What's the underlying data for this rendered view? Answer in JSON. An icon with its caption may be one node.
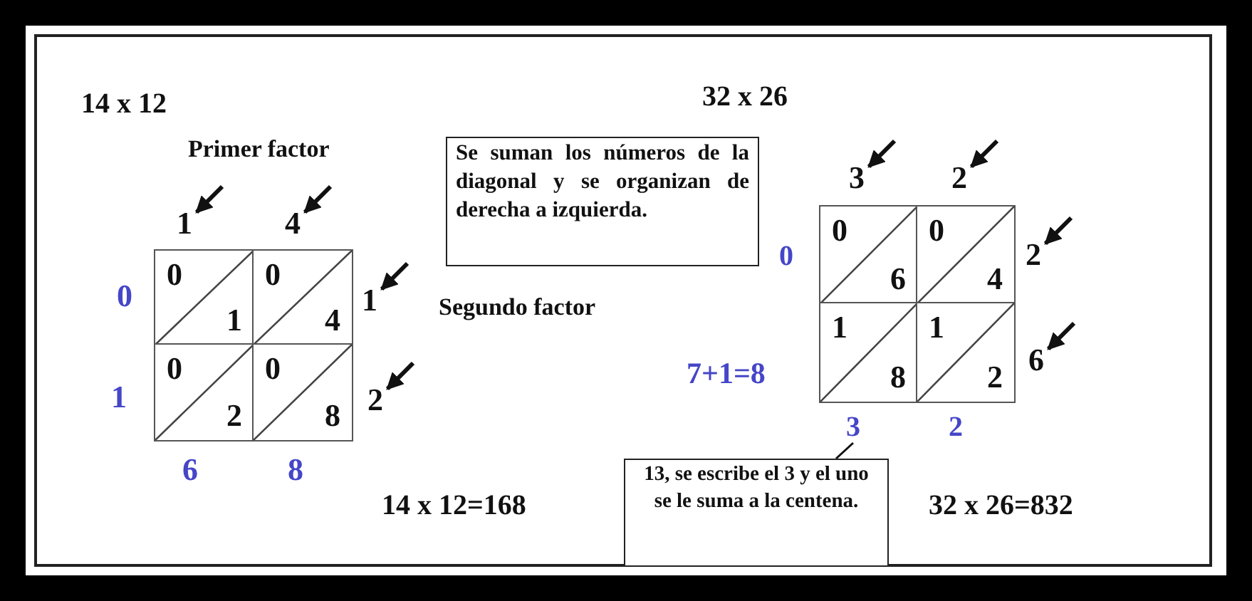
{
  "diagram": {
    "nodes": [
      {
        "text": [
          "1"
        ]
      },
      {
        "text": [
          "4"
        ]
      },
      {
        "text": [
          "Se suman los números de la diagonal y se organizan de derecha a izquierda."
        ]
      },
      {
        "text": [
          "0",
          "1"
        ]
      },
      {
        "text": [
          "0",
          "4"
        ]
      },
      {
        "text": [
          "1"
        ]
      },
      {
        "text": [
          "0",
          "2"
        ]
      },
      {
        "text": [
          "0",
          "8"
        ]
      },
      {
        "text": [
          "2"
        ]
      },
      {
        "text": [
          "3"
        ]
      },
      {
        "text": [
          "2"
        ]
      },
      {
        "text": [
          "0",
          "6"
        ]
      },
      {
        "text": [
          "0",
          "4"
        ]
      },
      {
        "text": [
          "2"
        ]
      },
      {
        "text": [
          "1",
          "8"
        ]
      },
      {
        "text": [
          "1",
          "2"
        ]
      },
      {
        "text": [
          "6"
        ]
      },
      {
        "text": [
          "3"
        ]
      },
      {
        "text": [
          "13, se escribe el 3 y el uno se le suma a la centena."
        ]
      }
    ],
    "edges": [
      {
        "from": null,
        "to": 0,
        "arrow": "to"
      },
      {
        "from": null,
        "to": 1,
        "arrow": "to"
      },
      {
        "from": null,
        "to": 5,
        "arrow": "to"
      },
      {
        "from": null,
        "to": 8,
        "arrow": "to"
      },
      {
        "from": null,
        "to": 9,
        "arrow": "to"
      },
      {
        "from": null,
        "to": 10,
        "arrow": "to"
      },
      {
        "from": null,
        "to": 13,
        "arrow": "to"
      },
      {
        "from": null,
        "to": 16,
        "arrow": "to"
      },
      {
        "from": 18,
        "to": 17,
        "arrow": "none"
      }
    ],
    "labels": [
      "14 x 12",
      "32 x 26",
      "Primer factor",
      "Segundo factor",
      "0",
      "1",
      "6",
      "8",
      "0",
      "7+1=8",
      "2",
      "14 x 12=168",
      "32 x 26=832"
    ]
  }
}
